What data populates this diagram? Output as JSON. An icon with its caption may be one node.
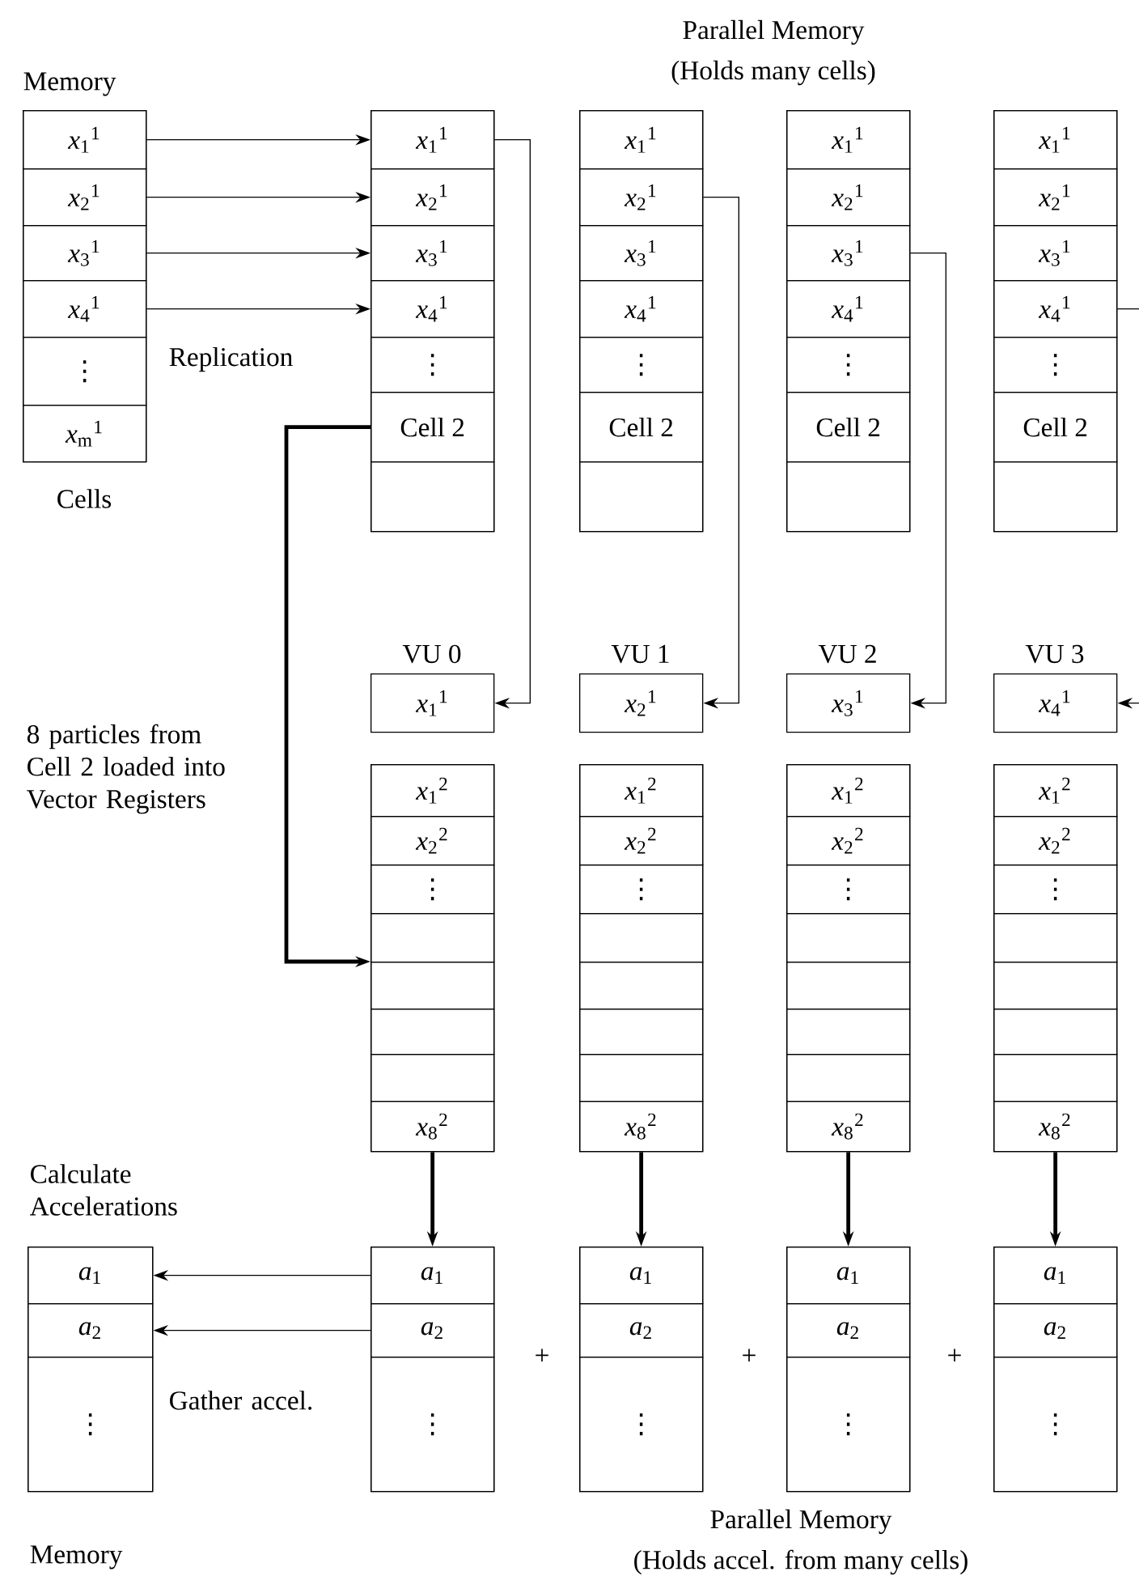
{
  "diagram": {
    "nodes": [
      {
        "text": [
          "Memory"
        ],
        "beside": [
          "Cells"
        ]
      },
      {
        "text": [
          "*x*$_{1}$$^{1}$"
        ],
        "in": 0
      },
      {
        "text": [
          "*x*$_{2}$$^{1}$"
        ],
        "in": 0
      },
      {
        "text": [
          "*x*$_{3}$$^{1}$"
        ],
        "in": 0
      },
      {
        "text": [
          "*x*$_{4}$$^{1}$"
        ],
        "in": 0
      },
      {
        "text": [
          "⋮"
        ],
        "in": 0
      },
      {
        "text": [
          "*x*$_{m}$$^{1}$"
        ],
        "in": 0
      },
      {
        "text": [],
        "shape": "box"
      },
      {
        "text": [
          "*x*$_{1}$$^{1}$"
        ],
        "in": 7
      },
      {
        "text": [
          "*x*$_{2}$$^{1}$"
        ],
        "in": 7
      },
      {
        "text": [
          "*x*$_{3}$$^{1}$"
        ],
        "in": 7
      },
      {
        "text": [
          "*x*$_{4}$$^{1}$"
        ],
        "in": 7
      },
      {
        "text": [
          "⋮"
        ],
        "in": 7
      },
      {
        "text": [
          "Cell 2"
        ],
        "in": 7
      },
      {
        "text": [],
        "shape": "box",
        "in": 7
      },
      {
        "text": [],
        "shape": "box"
      },
      {
        "text": [
          "*x*$_{1}$$^{1}$"
        ],
        "in": 15
      },
      {
        "text": [
          "*x*$_{2}$$^{1}$"
        ],
        "in": 15
      },
      {
        "text": [
          "*x*$_{3}$$^{1}$"
        ],
        "in": 15
      },
      {
        "text": [
          "*x*$_{4}$$^{1}$"
        ],
        "in": 15
      },
      {
        "text": [
          "⋮"
        ],
        "in": 15
      },
      {
        "text": [
          "Cell 2"
        ],
        "in": 15
      },
      {
        "text": [],
        "shape": "box",
        "in": 15
      },
      {
        "text": [],
        "shape": "box"
      },
      {
        "text": [
          "*x*$_{1}$$^{1}$"
        ],
        "in": 23
      },
      {
        "text": [
          "*x*$_{2}$$^{1}$"
        ],
        "in": 23
      },
      {
        "text": [
          "*x*$_{3}$$^{1}$"
        ],
        "in": 23
      },
      {
        "text": [
          "*x*$_{4}$$^{1}$"
        ],
        "in": 23
      },
      {
        "text": [
          "⋮"
        ],
        "in": 23
      },
      {
        "text": [
          "Cell 2"
        ],
        "in": 23
      },
      {
        "text": [],
        "shape": "box",
        "in": 23
      },
      {
        "text": [],
        "shape": "box"
      },
      {
        "text": [
          "*x*$_{1}$$^{1}$"
        ],
        "in": 31
      },
      {
        "text": [
          "*x*$_{2}$$^{1}$"
        ],
        "in": 31
      },
      {
        "text": [
          "*x*$_{3}$$^{1}$"
        ],
        "in": 31
      },
      {
        "text": [
          "*x*$_{4}$$^{1}$"
        ],
        "in": 31
      },
      {
        "text": [
          "⋮"
        ],
        "in": 31
      },
      {
        "text": [
          "Cell 2"
        ],
        "in": 31
      },
      {
        "text": [],
        "shape": "box",
        "in": 31
      },
      {
        "text": [
          "VU 0",
          "*x*$_{1}$$^{1}$"
        ]
      },
      {
        "text": [
          "VU 1",
          "*x*$_{2}$$^{1}$"
        ]
      },
      {
        "text": [
          "VU 2",
          "*x*$_{3}$$^{1}$"
        ]
      },
      {
        "text": [
          "VU 3",
          "*x*$_{4}$$^{1}$"
        ]
      },
      {
        "text": [],
        "shape": "box"
      },
      {
        "text": [
          "*x*$_{1}$$^{2}$"
        ],
        "in": 43
      },
      {
        "text": [
          "*x*$_{2}$$^{2}$"
        ],
        "in": 43
      },
      {
        "text": [
          "⋮"
        ],
        "in": 43
      },
      {
        "text": [],
        "shape": "box",
        "in": 43
      },
      {
        "text": [],
        "shape": "box",
        "in": 43
      },
      {
        "text": [],
        "shape": "box",
        "in": 43
      },
      {
        "text": [],
        "shape": "box",
        "in": 43
      },
      {
        "text": [
          "*x*$_{8}$$^{2}$"
        ],
        "in": 43
      },
      {
        "text": [],
        "shape": "box"
      },
      {
        "text": [
          "*x*$_{1}$$^{2}$"
        ],
        "in": 52
      },
      {
        "text": [
          "*x*$_{2}$$^{2}$"
        ],
        "in": 52
      },
      {
        "text": [
          "⋮"
        ],
        "in": 52
      },
      {
        "text": [],
        "shape": "box",
        "in": 52
      },
      {
        "text": [],
        "shape": "box",
        "in": 52
      },
      {
        "text": [],
        "shape": "box",
        "in": 52
      },
      {
        "text": [],
        "shape": "box",
        "in": 52
      },
      {
        "text": [
          "*x*$_{8}$$^{2}$"
        ],
        "in": 52
      },
      {
        "text": [],
        "shape": "box"
      },
      {
        "text": [
          "*x*$_{1}$$^{2}$"
        ],
        "in": 61
      },
      {
        "text": [
          "*x*$_{2}$$^{2}$"
        ],
        "in": 61
      },
      {
        "text": [
          "⋮"
        ],
        "in": 61
      },
      {
        "text": [],
        "shape": "box",
        "in": 61
      },
      {
        "text": [],
        "shape": "box",
        "in": 61
      },
      {
        "text": [],
        "shape": "box",
        "in": 61
      },
      {
        "text": [],
        "shape": "box",
        "in": 61
      },
      {
        "text": [
          "*x*$_{8}$$^{2}$"
        ],
        "in": 61
      },
      {
        "text": [],
        "shape": "box"
      },
      {
        "text": [
          "*x*$_{1}$$^{2}$"
        ],
        "in": 70
      },
      {
        "text": [
          "*x*$_{2}$$^{2}$"
        ],
        "in": 70
      },
      {
        "text": [
          "⋮"
        ],
        "in": 70
      },
      {
        "text": [],
        "shape": "box",
        "in": 70
      },
      {
        "text": [],
        "shape": "box",
        "in": 70
      },
      {
        "text": [],
        "shape": "box",
        "in": 70
      },
      {
        "text": [],
        "shape": "box",
        "in": 70
      },
      {
        "text": [
          "*x*$_{8}$$^{2}$"
        ],
        "in": 70
      },
      {
        "text": [],
        "shape": "box"
      },
      {
        "text": [
          "*a*$_{1}$"
        ],
        "in": 79
      },
      {
        "text": [
          "*a*$_{2}$"
        ],
        "in": 79
      },
      {
        "text": [
          "⋮"
        ],
        "in": 79
      },
      {
        "text": [],
        "shape": "box"
      },
      {
        "text": [
          "*a*$_{1}$"
        ],
        "in": 83
      },
      {
        "text": [
          "*a*$_{2}$"
        ],
        "in": 83
      },
      {
        "text": [
          "⋮"
        ],
        "in": 83
      },
      {
        "text": [],
        "shape": "box"
      },
      {
        "text": [
          "*a*$_{1}$"
        ],
        "in": 87
      },
      {
        "text": [
          "*a*$_{2}$"
        ],
        "in": 87
      },
      {
        "text": [
          "⋮"
        ],
        "in": 87
      },
      {
        "text": [],
        "shape": "box"
      },
      {
        "text": [
          "*a*$_{1}$"
        ],
        "in": 91
      },
      {
        "text": [
          "*a*$_{2}$"
        ],
        "in": 91
      },
      {
        "text": [
          "⋮"
        ],
        "in": 91
      },
      {
        "text": [
          "Memory"
        ]
      },
      {
        "text": [
          "*a*$_{1}$"
        ],
        "in": 95
      },
      {
        "text": [
          "*a*$_{2}$"
        ],
        "in": 95
      },
      {
        "text": [
          "⋮"
        ],
        "in": 95
      }
    ],
    "edges": [
      {
        "from": 1,
        "to": 8,
        "arrow": "to"
      },
      {
        "from": 2,
        "to": 9,
        "arrow": "to"
      },
      {
        "from": 3,
        "to": 10,
        "arrow": "to"
      },
      {
        "from": 4,
        "to": 11,
        "arrow": "to"
      },
      {
        "from": 8,
        "to": 39,
        "arrow": "to"
      },
      {
        "from": 17,
        "to": 40,
        "arrow": "to"
      },
      {
        "from": 26,
        "to": 41,
        "arrow": "to"
      },
      {
        "from": 35,
        "to": 42,
        "arrow": "to"
      },
      {
        "from": 13,
        "to": 43,
        "arrow": "to",
        "style": "thick"
      },
      {
        "from": 43,
        "to": 79,
        "arrow": "to",
        "style": "thick"
      },
      {
        "from": 52,
        "to": 83,
        "arrow": "to",
        "style": "thick"
      },
      {
        "from": 61,
        "to": 87,
        "arrow": "to",
        "style": "thick"
      },
      {
        "from": 70,
        "to": 91,
        "arrow": "to",
        "style": "thick"
      },
      {
        "from": 80,
        "to": 96,
        "arrow": "to"
      },
      {
        "from": 81,
        "to": 97,
        "arrow": "to"
      }
    ],
    "labels": [
      "Parallel Memory",
      "(Holds many cells)",
      "Replication",
      "8 particles from Cell 2 loaded into Vector Registers",
      "Calculate Accelerations",
      "+",
      "+",
      "+",
      "Gather accel.",
      "Parallel Memory",
      "(Holds accel. from many cells)"
    ]
  }
}
